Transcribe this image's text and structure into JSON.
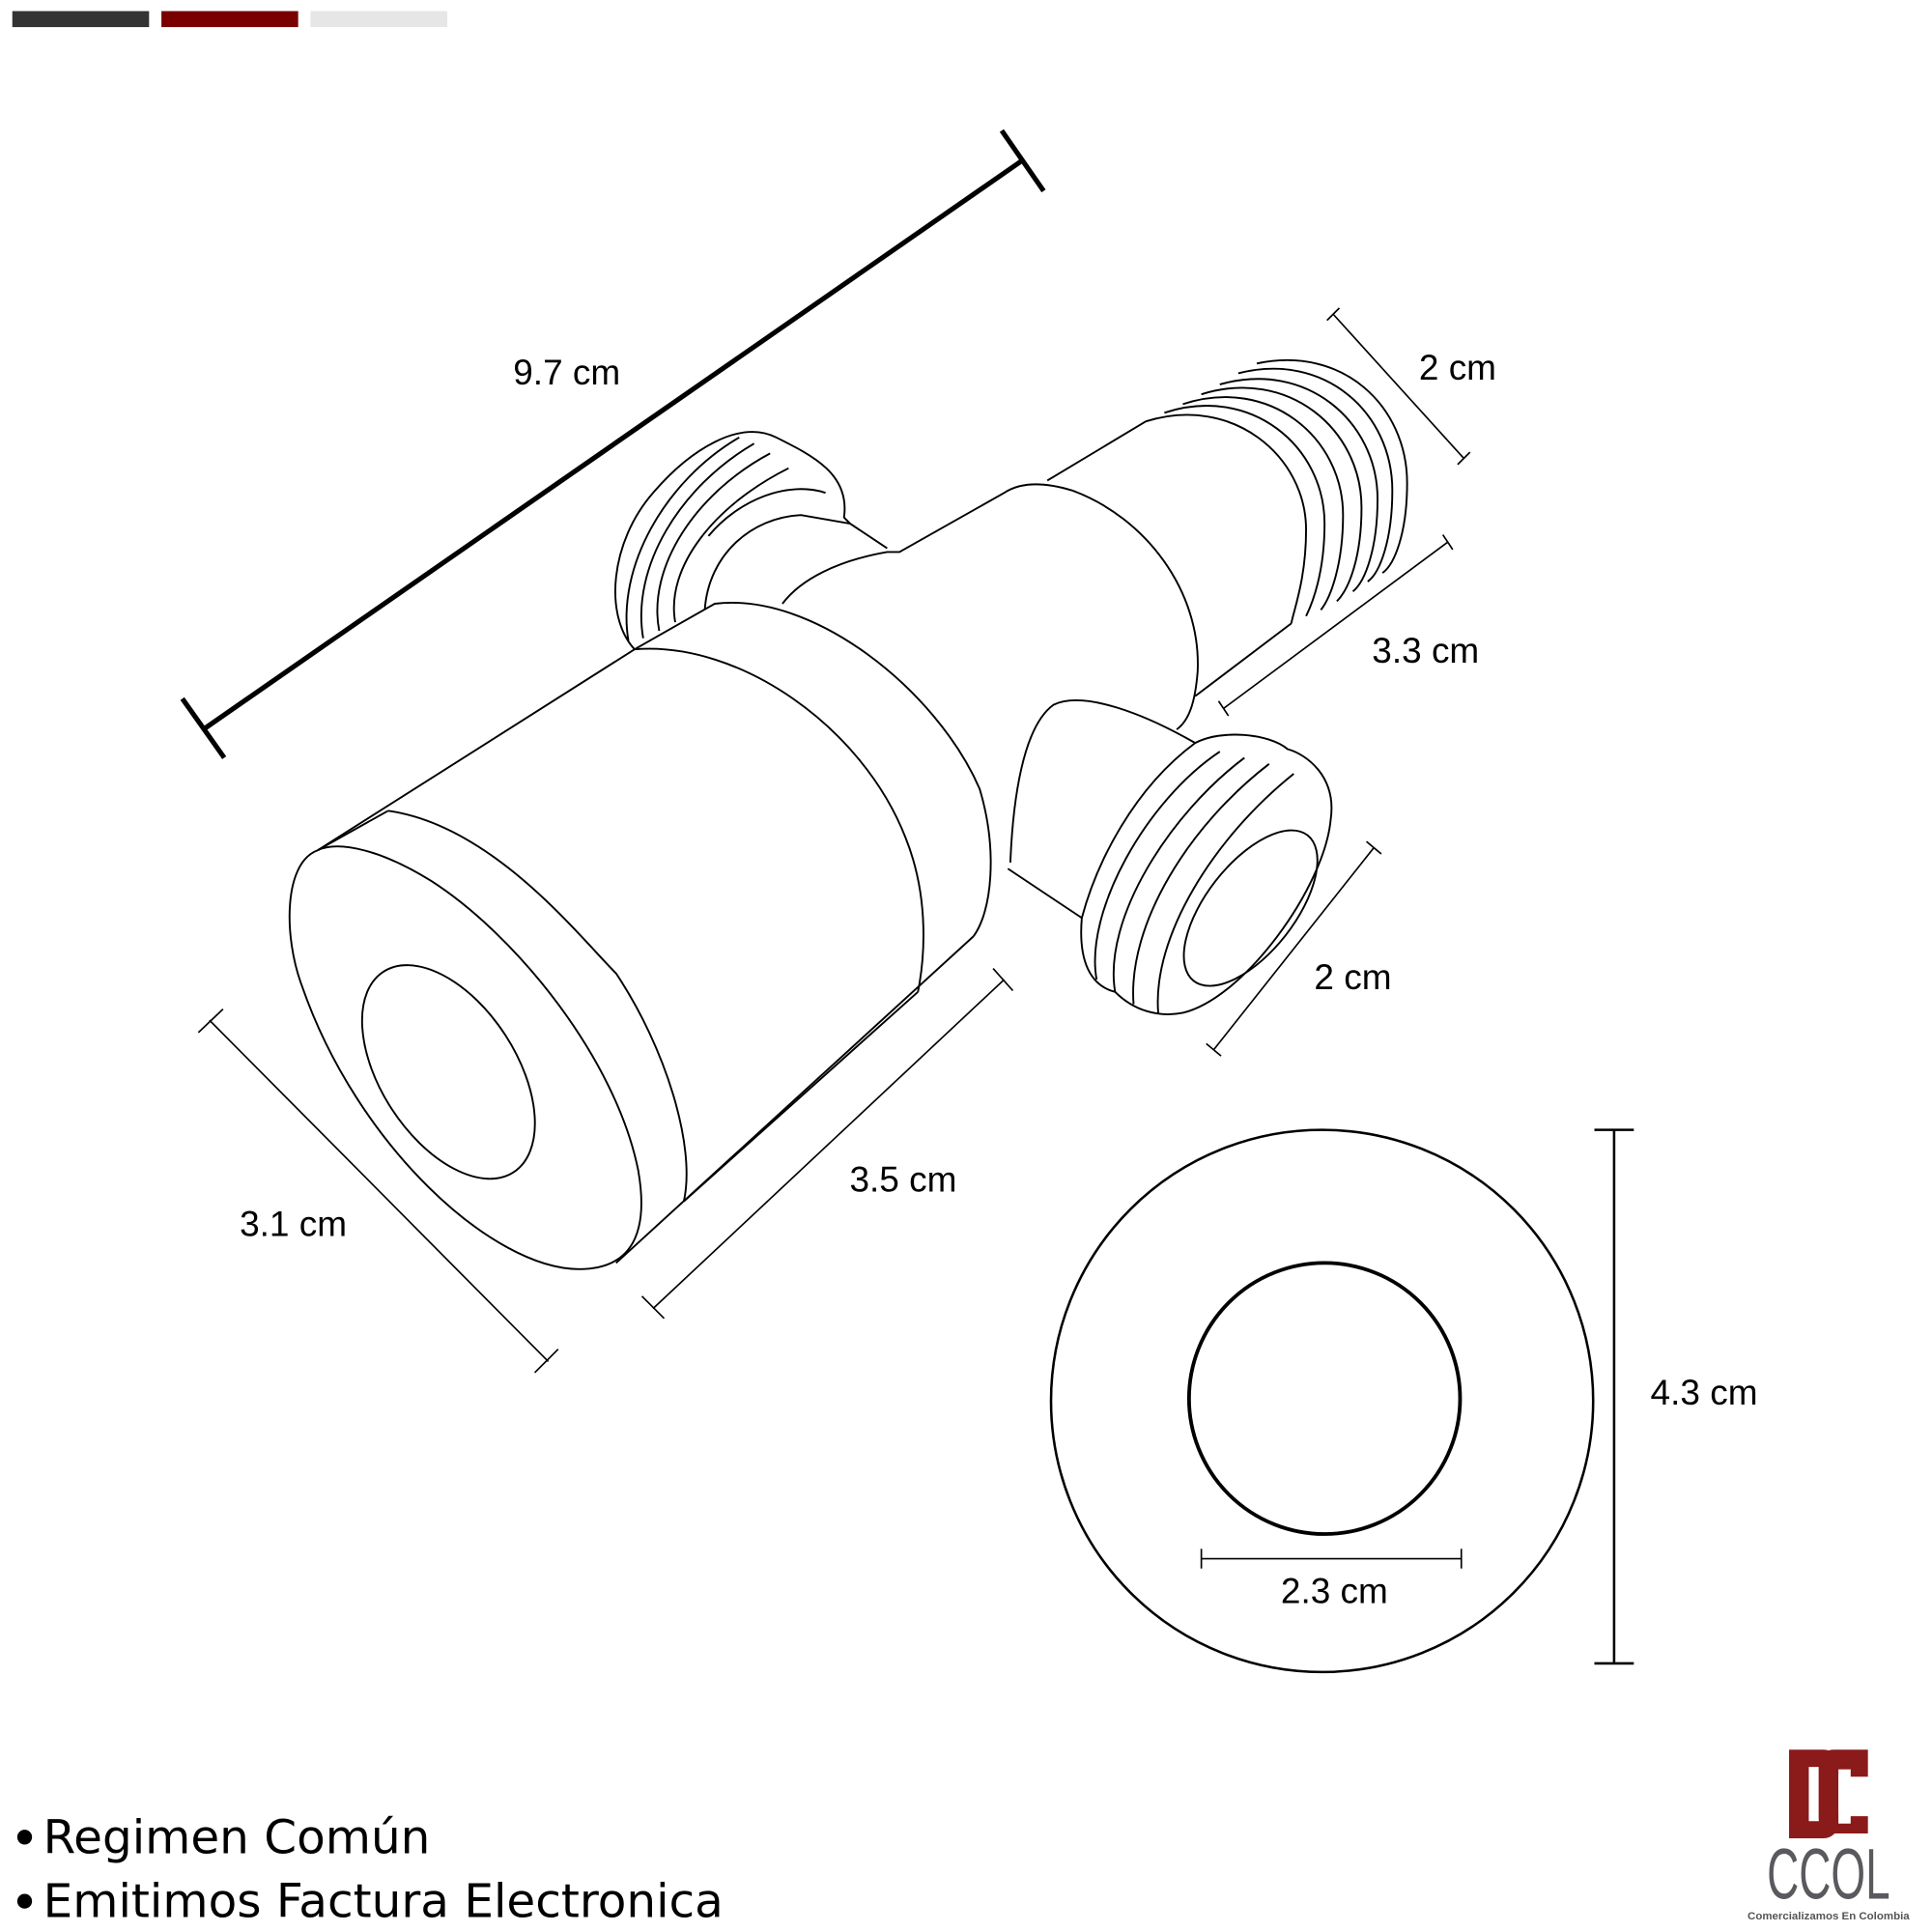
{
  "header_bars": {
    "colors": [
      "#333333",
      "#7a0000",
      "#e6e6e6"
    ]
  },
  "dimensions": {
    "total_length": "9.7 cm",
    "top_thread_diameter": "2 cm",
    "outlet_pipe_length": "3.3 cm",
    "side_thread_diameter": "2 cm",
    "body_length": "3.5 cm",
    "cap_diameter": "3.1 cm",
    "flange_outer_diameter": "4.3 cm",
    "flange_inner_diameter": "2.3 cm"
  },
  "notes": [
    "Regimen Común",
    "Emitimos Factura Electronica"
  ],
  "logo": {
    "text": "CCOL",
    "tagline": "Comercializamos En Colombia",
    "colors": {
      "mark": "#8b1a1a",
      "text": "#5a5a5e"
    }
  }
}
